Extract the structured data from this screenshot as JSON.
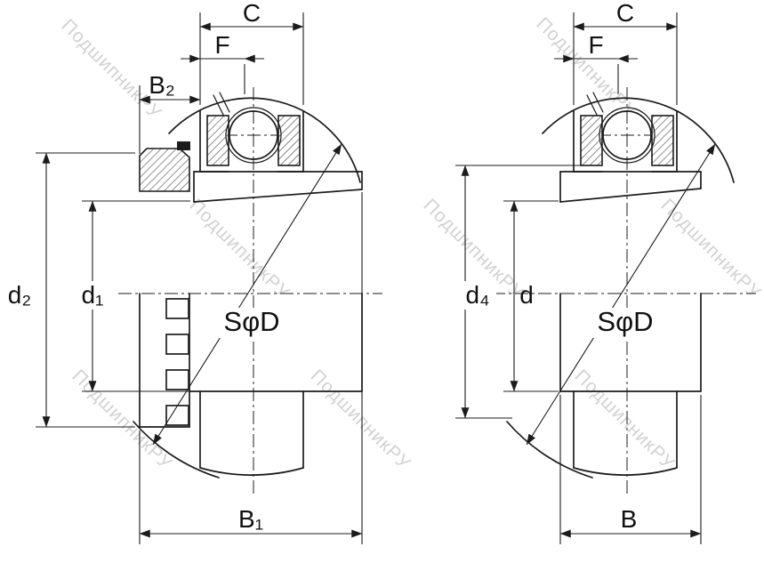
{
  "page": {
    "background": "#ffffff"
  },
  "drawing": {
    "stroke_color": "#1c1c1c",
    "watermark": {
      "text": "ПодшипникРУ",
      "color": "#d2d2d2"
    },
    "views": {
      "left": {
        "description": "insert bearing with adapter sleeve and locknut",
        "labels": {
          "c": "C",
          "f": "F",
          "b2": "B₂",
          "d2": "d₂",
          "d1": "d₁",
          "sphere": "SφD",
          "b1": "B₁"
        }
      },
      "right": {
        "description": "insert bearing with tapered bore",
        "labels": {
          "c": "C",
          "f": "F",
          "d4": "d₄",
          "d": "d",
          "sphere": "SφD",
          "b": "B"
        }
      }
    }
  }
}
